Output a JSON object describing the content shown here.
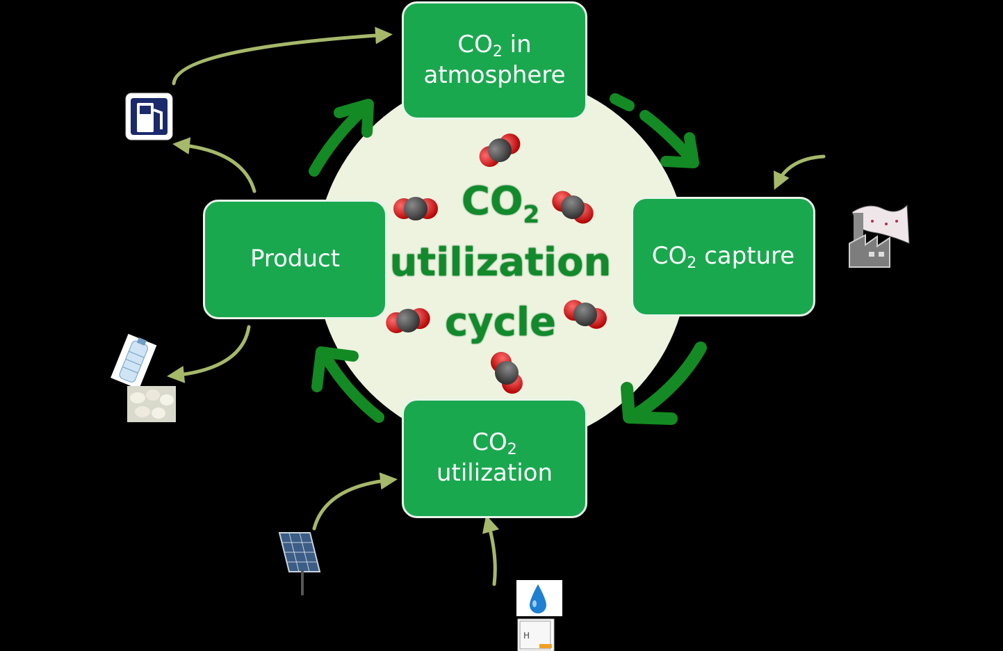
{
  "boxes": {
    "atmosphere": {
      "line1_prefix": "CO",
      "line1_sub": "2",
      "line1_suffix": " in",
      "line2": "atmosphere"
    },
    "capture": {
      "prefix": "CO",
      "sub": "2",
      "suffix": " capture"
    },
    "product": {
      "label": "Product"
    },
    "utilization": {
      "line1_prefix": "CO",
      "line1_sub": "2",
      "line2": "utilization"
    }
  },
  "center": {
    "line1_prefix": "CO",
    "line1_sub": "2",
    "line2": "utilization",
    "line3": "cycle"
  },
  "icons": [
    "fuel-pump-icon",
    "factory-icon",
    "water-bottle-icon",
    "chalk-pieces-icon",
    "solar-panel-icon",
    "water-drop-icon",
    "hydrogen-element-icon",
    "co2-molecule-icon"
  ],
  "colors": {
    "box_fill": "#1aa84f",
    "box_border": "#e8f5e9",
    "circle_fill": "#eef3e0",
    "cycle_arrow": "#138a23",
    "side_arrow": "#a6b86a",
    "title_text": "#128a2c",
    "molecule_red": "#d11a1a",
    "molecule_gray": "#4a4a4a"
  }
}
